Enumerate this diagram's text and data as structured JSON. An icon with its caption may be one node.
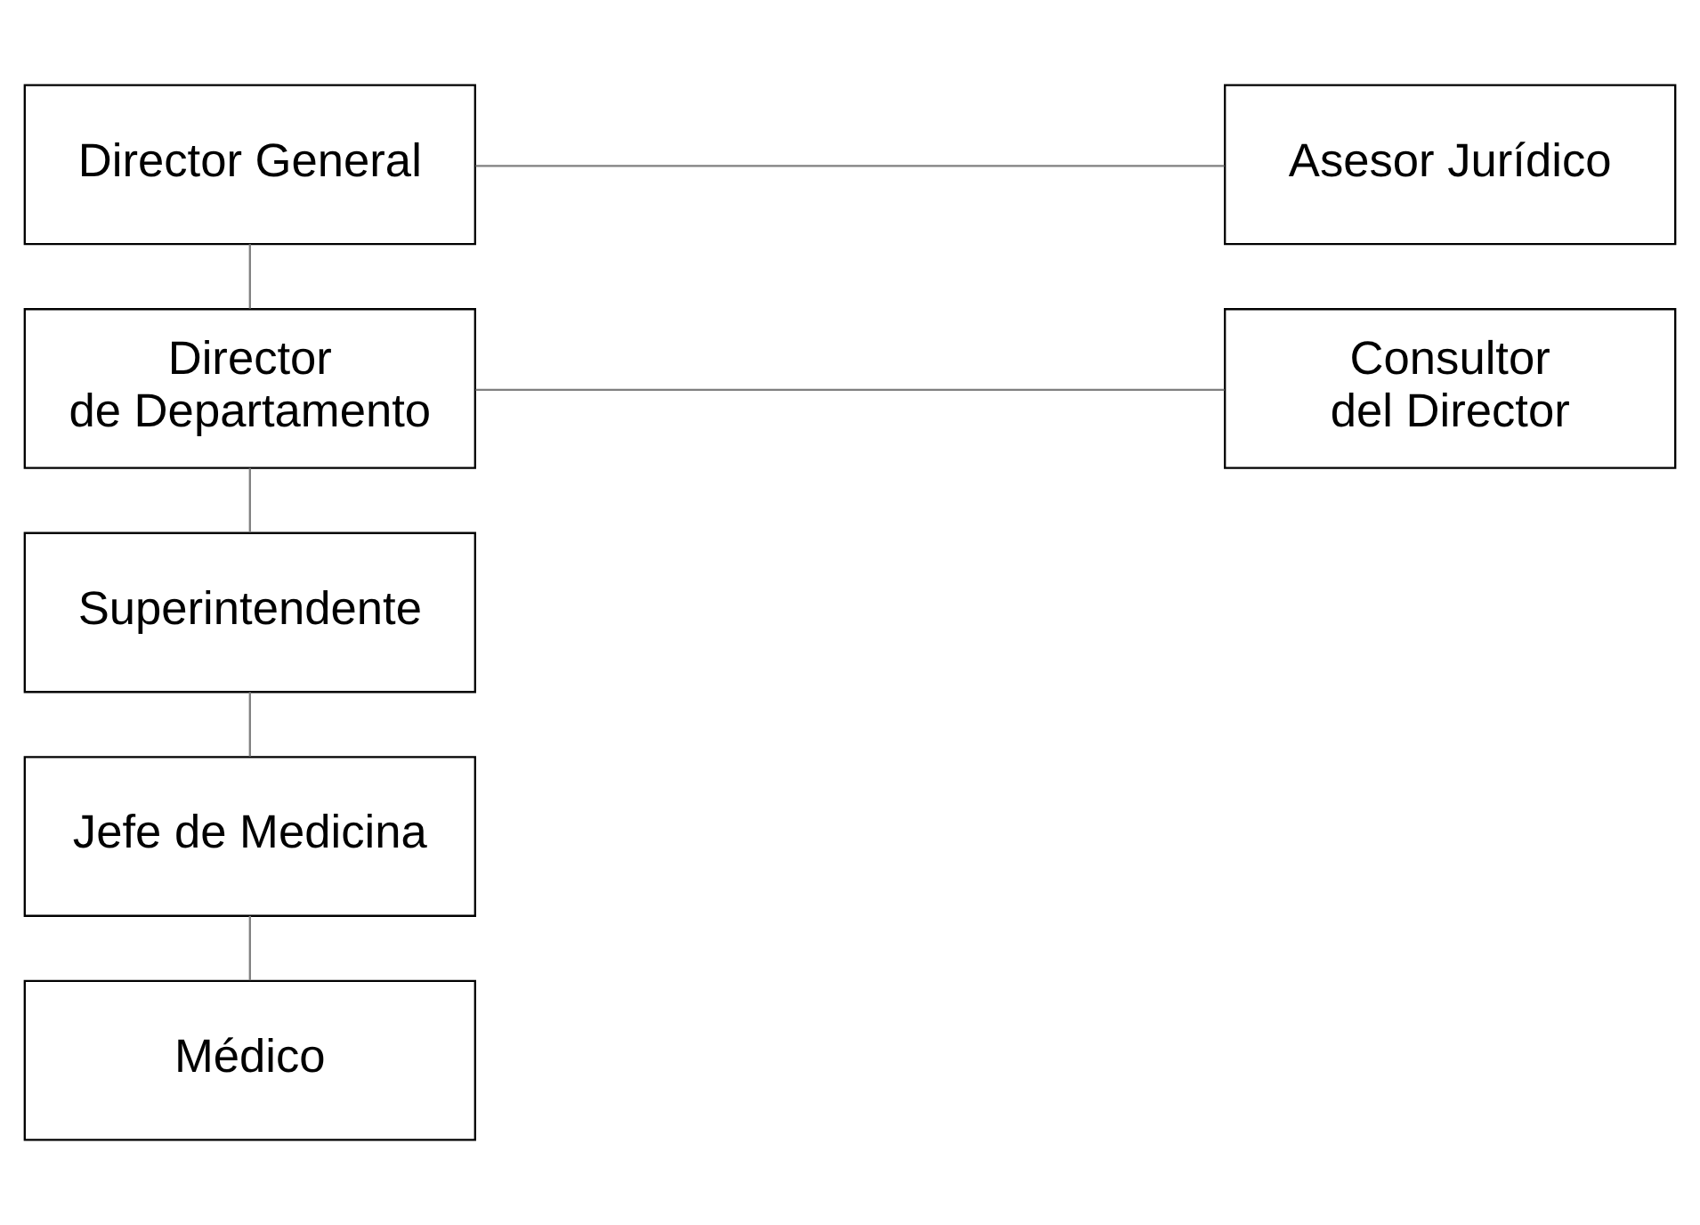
{
  "diagram": {
    "nodes": [
      {
        "text": [
          "Director General"
        ]
      },
      {
        "text": [
          "Asesor Jurídico"
        ]
      },
      {
        "text": [
          "Director de Departamento"
        ]
      },
      {
        "text": [
          "Consultor del Director"
        ]
      },
      {
        "text": [
          "Superintendente"
        ]
      },
      {
        "text": [
          "Jefe de Medicina"
        ]
      },
      {
        "text": [
          "Médico"
        ]
      }
    ],
    "edges": [
      {
        "from": 0,
        "to": 1,
        "arrow": "none"
      },
      {
        "from": 0,
        "to": 2,
        "arrow": "none"
      },
      {
        "from": 2,
        "to": 3,
        "arrow": "none"
      },
      {
        "from": 2,
        "to": 4,
        "arrow": "none"
      },
      {
        "from": 4,
        "to": 5,
        "arrow": "none"
      },
      {
        "from": 5,
        "to": 6,
        "arrow": "none"
      }
    ]
  }
}
